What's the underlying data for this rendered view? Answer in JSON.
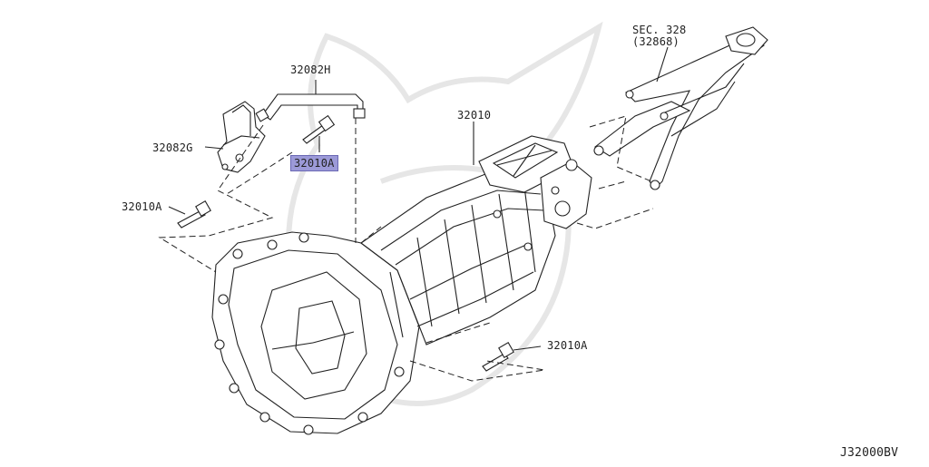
{
  "labels": {
    "hose": "32082H",
    "clip": "32082G",
    "bolt_highlighted": "32010A",
    "bolt_left": "32010A",
    "bolt_lower": "32010A",
    "transmission": "32010",
    "sec_ref_line1": "SEC. 328",
    "sec_ref_line2": "(32868)",
    "diagram_code": "J32000BV"
  },
  "colors": {
    "highlight": "#9c9ad8",
    "line": "#222222",
    "watermark": "#e6e6e6"
  }
}
